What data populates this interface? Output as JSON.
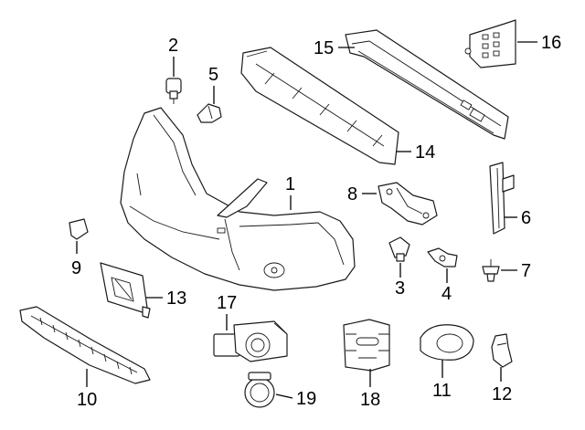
{
  "callouts": [
    {
      "id": "1",
      "part": "bumper-cover"
    },
    {
      "id": "2",
      "part": "washer-nozzle"
    },
    {
      "id": "3",
      "part": "clip"
    },
    {
      "id": "4",
      "part": "clip"
    },
    {
      "id": "5",
      "part": "clip"
    },
    {
      "id": "6",
      "part": "bracket"
    },
    {
      "id": "7",
      "part": "push-pin"
    },
    {
      "id": "8",
      "part": "bracket"
    },
    {
      "id": "9",
      "part": "tow-hook-cover"
    },
    {
      "id": "10",
      "part": "lower-grille"
    },
    {
      "id": "11",
      "part": "fog-lamp-bezel"
    },
    {
      "id": "12",
      "part": "bracket"
    },
    {
      "id": "13",
      "part": "license-bracket"
    },
    {
      "id": "14",
      "part": "energy-absorber"
    },
    {
      "id": "15",
      "part": "reinforcement-beam"
    },
    {
      "id": "16",
      "part": "mount-bracket"
    },
    {
      "id": "17",
      "part": "park-sensor-retainer"
    },
    {
      "id": "18",
      "part": "retainer"
    },
    {
      "id": "19",
      "part": "park-sensor"
    }
  ],
  "colors": {
    "ink": "#1a1a1a",
    "background": "#ffffff"
  }
}
